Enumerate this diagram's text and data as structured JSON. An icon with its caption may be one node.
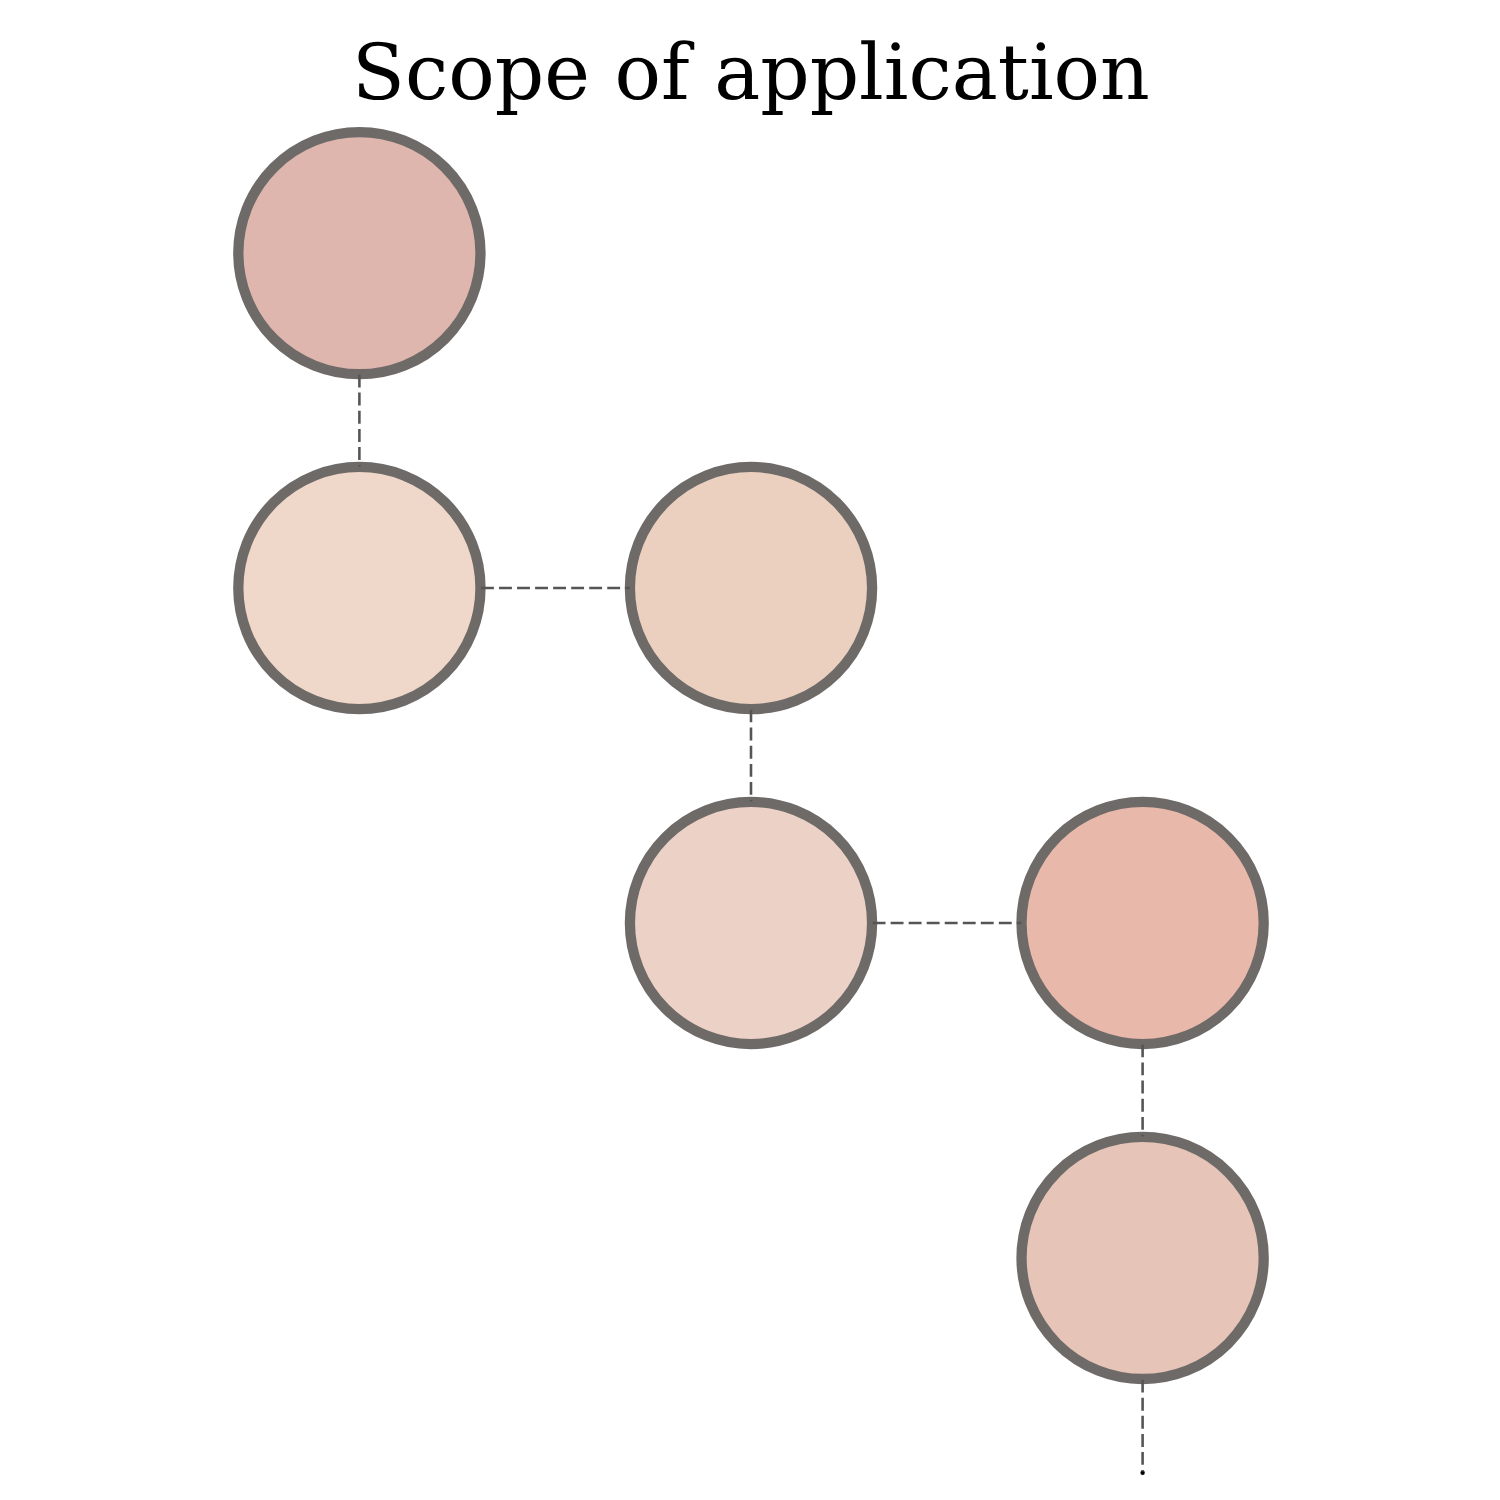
{
  "diagram": {
    "title": "Scope of application",
    "nodes": [
      {
        "text": [],
        "shape": "circle"
      },
      {
        "text": [],
        "shape": "circle"
      },
      {
        "text": [],
        "shape": "circle"
      },
      {
        "text": [],
        "shape": "circle"
      },
      {
        "text": [],
        "shape": "circle"
      },
      {
        "text": [],
        "shape": "circle"
      }
    ],
    "edges": [
      {
        "from": 0,
        "to": 1,
        "arrow": "none",
        "style": "dashed"
      },
      {
        "from": 1,
        "to": 2,
        "arrow": "none",
        "style": "dashed"
      },
      {
        "from": 2,
        "to": 4,
        "arrow": "none",
        "style": "dashed"
      },
      {
        "from": 4,
        "to": 3,
        "arrow": "none",
        "style": "dashed"
      },
      {
        "from": 3,
        "to": 5,
        "arrow": "none",
        "style": "dashed"
      },
      {
        "from": 5,
        "to": null,
        "arrow": "none",
        "style": "dashed"
      }
    ]
  }
}
